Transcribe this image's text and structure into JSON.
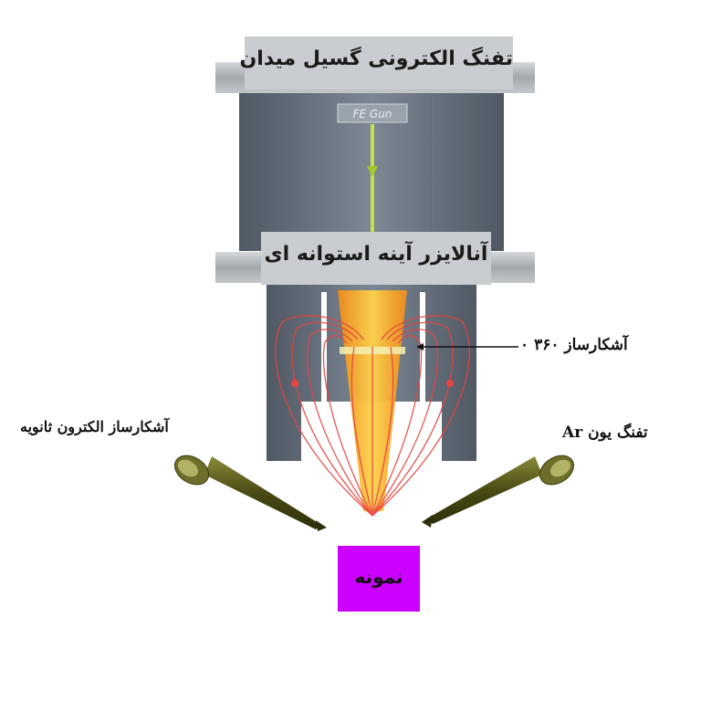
{
  "labels": {
    "top_banner": "تفنگ الکترونی گسیل میدان",
    "fe_gun": "FE Gun",
    "mid_banner": "آنالایزر آینه استوانه ای",
    "detector_360": "آشکارساز ۳۶۰ ۰",
    "secondary_detector": "آشکارساز الکترون ثانویه",
    "ion_gun": "تفنگ یون Ar",
    "sample": "نمونه"
  },
  "colors": {
    "column_body": "#6b7785",
    "column_dark": "#4d5661",
    "banner_bg": "#c9ccd0",
    "bar_bg": "#a9adb2",
    "beam": "#c6e04a",
    "cone": "#f5a623",
    "field_lines": "#e8433f",
    "sample": "#cc00ff",
    "gun_body": "#5a5a1e"
  },
  "icons": {
    "secondary_detector": "probe-icon",
    "ion_gun": "ion-gun-icon"
  }
}
